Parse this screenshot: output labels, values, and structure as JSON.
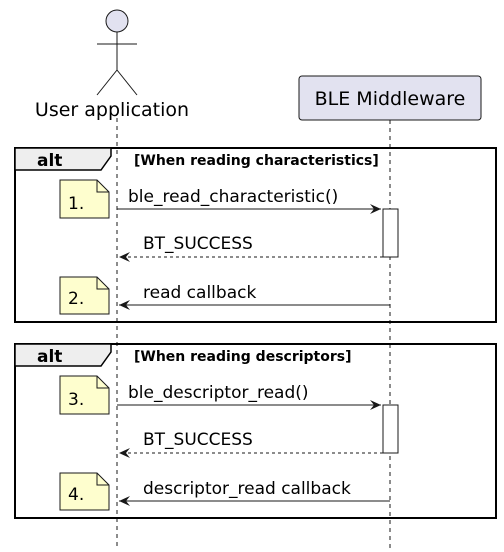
{
  "participants": {
    "user": {
      "label": "User application"
    },
    "ble": {
      "label": "BLE Middleware"
    }
  },
  "fragments": [
    {
      "keyword": "alt",
      "guard": "[When reading characteristics]",
      "messages": [
        {
          "note": "1.",
          "label": "ble_read_characteristic()",
          "return": "BT_SUCCESS"
        },
        {
          "note": "2.",
          "label": "read callback"
        }
      ]
    },
    {
      "keyword": "alt",
      "guard": "[When reading descriptors]",
      "messages": [
        {
          "note": "3.",
          "label": "ble_descriptor_read()",
          "return": "BT_SUCCESS"
        },
        {
          "note": "4.",
          "label": "descriptor_read callback"
        }
      ]
    }
  ],
  "colors": {
    "participant_fill": "#e2e2f0",
    "note_fill": "#fefece",
    "line": "#181818"
  }
}
